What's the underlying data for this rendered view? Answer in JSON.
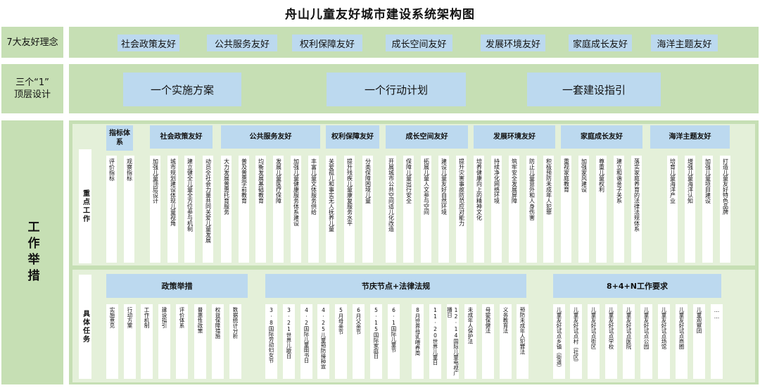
{
  "title": "舟山儿童友好城市建设系统架构图",
  "row1": {
    "label": "7大友好理念",
    "items": [
      "社会政策友好",
      "公共服务友好",
      "权利保障友好",
      "成长空间友好",
      "发展环境友好",
      "家庭成长友好",
      "海洋主题友好"
    ]
  },
  "row2": {
    "label_line1": "三个“1”",
    "label_line2": "顶层设计",
    "items": [
      "一个实施方案",
      "一个行动计划",
      "一套建设指引"
    ]
  },
  "row3": {
    "label": "工作举措",
    "focus_label": "重点工作",
    "task_label": "具体任务",
    "focus_groups": [
      {
        "title": "指标体系",
        "items": [
          "评价指标",
          "观察指标"
        ]
      },
      {
        "title": "社会政策友好",
        "items": [
          "加强儿童顶层设计",
          "城市规划建设体现儿童视角",
          "建立健全儿童全方位参与机制",
          "动员全社会力量共同关爱儿童发展"
        ]
      },
      {
        "title": "公共服务友好",
        "items": [
          "大力发展普惠托育服务",
          "普及普惠学前教育",
          "均衡发展基础教育",
          "发展儿童医疗保障",
          "加强儿童健康服务体系建设",
          "丰富儿童文体服务供给"
        ]
      },
      {
        "title": "权利保障友好",
        "items": [
          "关爱孤儿和事实无人抚养儿童",
          "提升残疾儿童康复服务水平",
          "分类保障困境儿童"
        ]
      },
      {
        "title": "成长空间友好",
        "items": [
          "开展城市公共空间适儿化改造",
          "保障儿童出行安全",
          "拓展儿童人文参与空间",
          "建设儿童友好自然环境",
          "提升灾害事故防范应对能力"
        ]
      },
      {
        "title": "发展环境友好",
        "items": [
          "培养健康向上的精神文化",
          "持续净化网络环境",
          "筑牢安全发展屏障",
          "防止儿童意外和人身伤害",
          "积极预防未成年人犯罪"
        ]
      },
      {
        "title": "家庭成长友好",
        "items": [
          "重视家庭教育",
          "加强家风建设",
          "尊重儿童权利",
          "建立和谐亲子关系",
          "落实家庭养育的法律法规体系"
        ]
      },
      {
        "title": "海洋主题友好",
        "items": [
          "培育儿童海洋产业",
          "增强儿童海洋认知",
          "加强儿童项目建设",
          "打造儿童友好特色品牌"
        ]
      }
    ],
    "task_groups": [
      {
        "title": "政策举措",
        "items": [
          "实施意见",
          "行动方案",
          "工作机制",
          "建设指引",
          "评价体系",
          "普惠性政策",
          "权益保障措施",
          "数据统计分析"
        ]
      },
      {
        "title": "节庆节点+法律法规",
        "items": [
          "3·8国际劳动妇女节",
          "3·21世界儿歌日",
          "4·2国际儿童图书日",
          "4·25儿童预防接种宣",
          "5月母亲节",
          "6月父亲节",
          "5·15国际家庭日",
          "6·1国际儿童节",
          "8月世界母乳喂养周",
          "11·20世界儿童日",
          "12·14国际儿童电视广播日",
          "未成年人保护法",
          "母婴保健法",
          "义务教育法",
          "预防未成年人犯罪法"
        ]
      },
      {
        "title": "8+4+N工作要求",
        "items": [
          "儿童友好试点乡镇（街道）",
          "儿童友好试点村（社区）",
          "儿童友好试点街区",
          "儿童友好试点学校",
          "儿童友好试点医院",
          "儿童友好试点公园",
          "儿童友好试点场馆",
          "儿童友好试点商圈",
          "儿童观察团",
          "……"
        ]
      }
    ]
  }
}
